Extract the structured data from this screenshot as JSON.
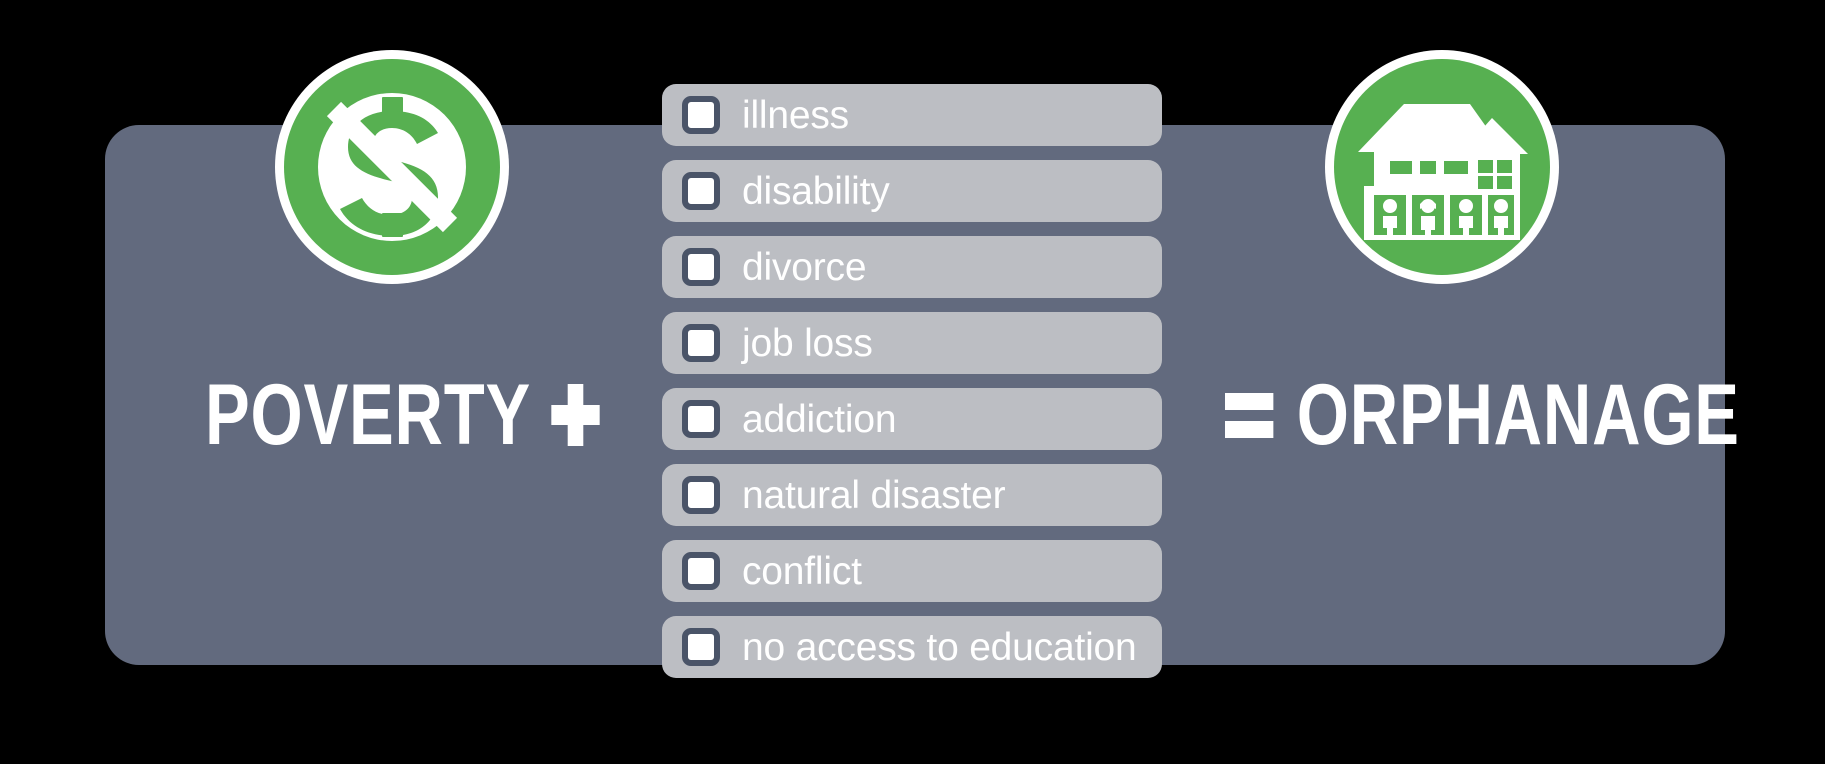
{
  "graphic": {
    "title": "Poverty plus risk factors equals orphanage",
    "panel_color": "#626a7e",
    "accent_green": "#57b051",
    "row_color": "#bcbec3",
    "checkbox_border_color": "#4a5468",
    "text_color": "#ffffff",
    "background_color": "#000000"
  },
  "left": {
    "icon_name": "no-money-icon",
    "icon_description": "green circle with dollar sign and diagonal slash",
    "label": "POVERTY",
    "operator": "+"
  },
  "right": {
    "icon_name": "orphanage-building-icon",
    "icon_description": "green circle with orphanage building and four children",
    "label": "ORPHANAGE",
    "operator": "="
  },
  "checklist": {
    "items": [
      {
        "label": "illness",
        "checked": false
      },
      {
        "label": "disability",
        "checked": false
      },
      {
        "label": "divorce",
        "checked": false
      },
      {
        "label": "job loss",
        "checked": false
      },
      {
        "label": "addiction",
        "checked": false
      },
      {
        "label": "natural disaster",
        "checked": false
      },
      {
        "label": "conflict",
        "checked": false
      },
      {
        "label": "no access to education",
        "checked": false
      }
    ]
  }
}
